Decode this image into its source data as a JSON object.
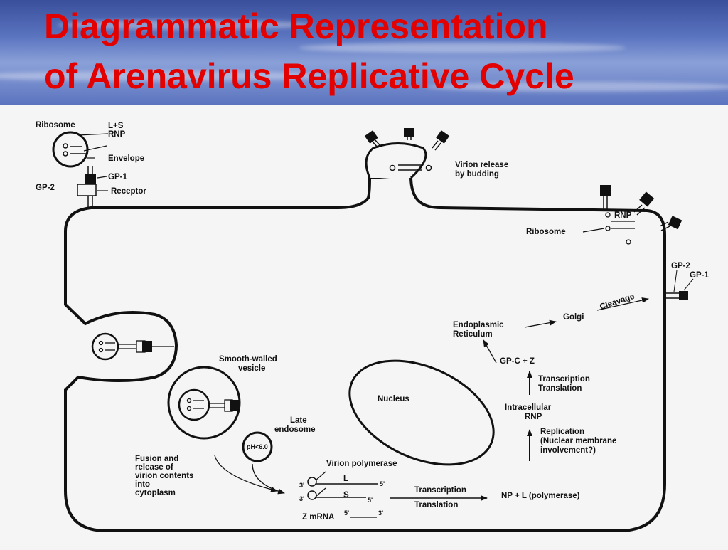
{
  "slide": {
    "title_line1": "Diagrammatic Representation",
    "title_line2": "of Arenavirus Replicative Cycle",
    "title_color": "#e30000",
    "background_color": "#3f56a3"
  },
  "labels": {
    "ribosome": "Ribosome",
    "ls": "L+S",
    "rnp": "RNP",
    "envelope": "Envelope",
    "gp1": "GP-1",
    "gp2": "GP-2",
    "receptor": "Receptor",
    "virion_release_1": "Virion release",
    "virion_release_2": "by budding",
    "rnp_right": "RNP",
    "ribosome_right": "Ribosome",
    "gp2_right": "GP-2",
    "gp1_right": "GP-1",
    "cleavage": "Cleavage",
    "golgi": "Golgi",
    "er_1": "Endoplasmic",
    "er_2": "Reticulum",
    "gpc_z": "GP-C + Z",
    "tt_1": "Transcription",
    "tt_2": "Translation",
    "ic_1": "Intracellular",
    "ic_2": "RNP",
    "rep_1": "Replication",
    "rep_2": "(Nuclear membrane",
    "rep_3": "involvement?)",
    "np_l": "NP + L (polymerase)",
    "smooth_1": "Smooth-walled",
    "smooth_2": "vesicle",
    "late_1": "Late",
    "late_2": "endosome",
    "ph": "pH<6.0",
    "nucleus": "Nucleus",
    "fusion_1": "Fusion and",
    "fusion_2": "release of",
    "fusion_3": "virion contents",
    "fusion_4": "into",
    "fusion_5": "cytoplasm",
    "vpol": "Virion polymerase",
    "three_prime": "3'",
    "five_prime": "5'",
    "l": "L",
    "s": "S",
    "zmrna": "Z mRNA",
    "ttb_1": "Transcription",
    "ttb_2": "Translation"
  }
}
